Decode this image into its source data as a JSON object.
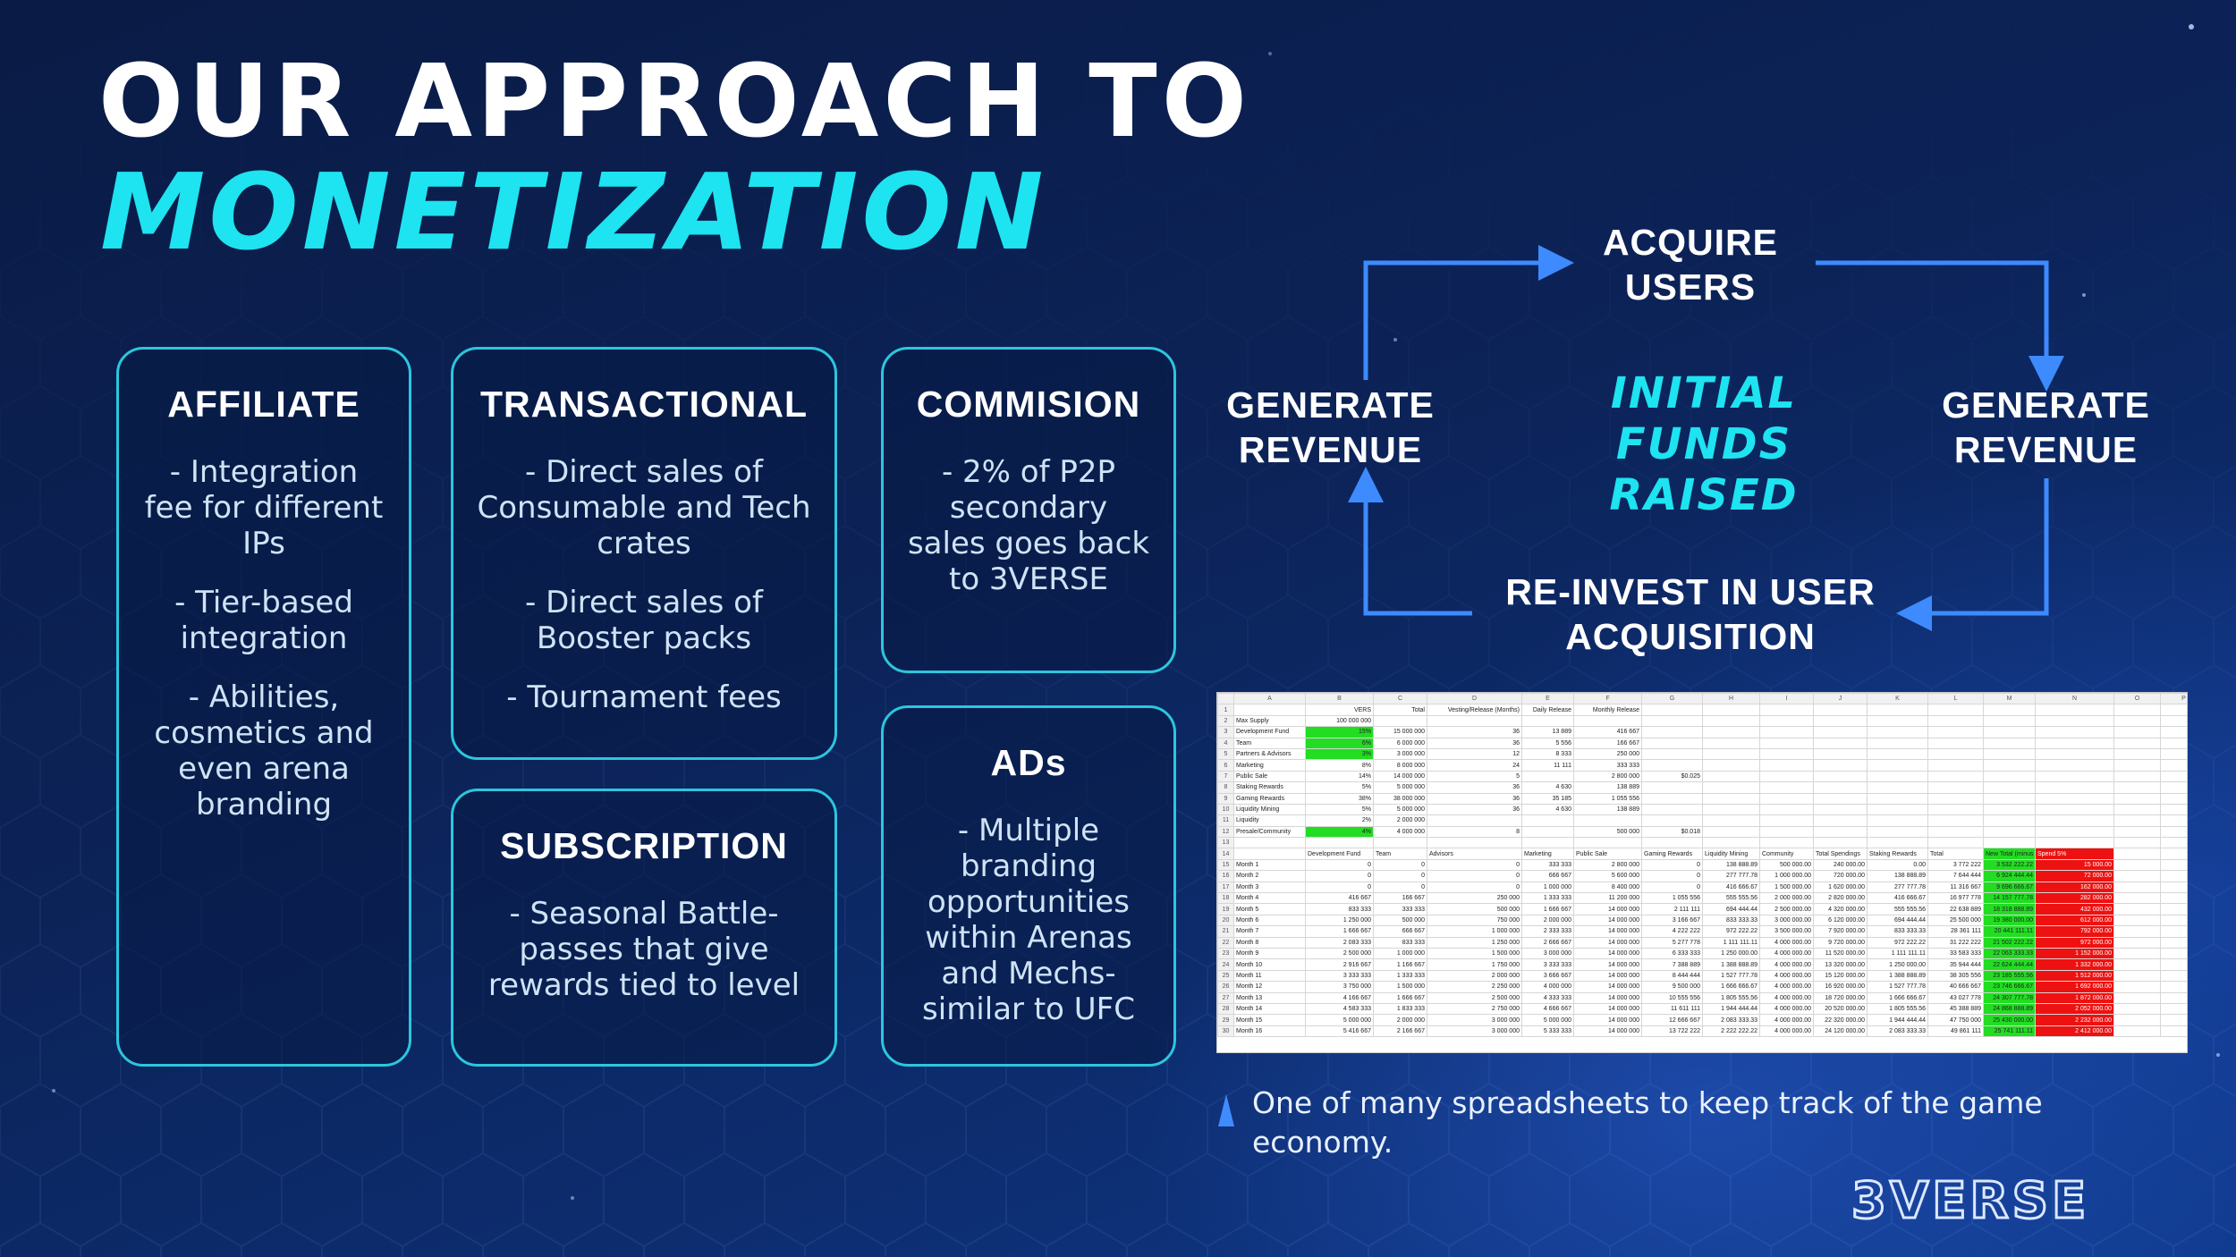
{
  "title": {
    "line1": "OUR APPROACH TO",
    "line2": "MONETIZATION"
  },
  "cards": {
    "affiliate": {
      "title": "AFFILIATE",
      "items": [
        "- Integration fee for different IPs",
        "- Tier-based integration",
        "- Abilities, cosmetics and even arena branding"
      ]
    },
    "transactional": {
      "title": "TRANSACTIONAL",
      "items": [
        "- Direct sales of Consumable and Tech crates",
        "- Direct sales of Booster packs",
        "- Tournament fees"
      ]
    },
    "commision": {
      "title": "COMMISION",
      "items": [
        "- 2% of P2P secondary sales goes back to 3VERSE"
      ]
    },
    "subscription": {
      "title": "SUBSCRIPTION",
      "items": [
        "- Seasonal Battle-passes that give rewards tied to level"
      ]
    },
    "ads": {
      "title": "ADs",
      "items": [
        "- Multiple branding opportunities within Arenas and Mechs- similar to UFC"
      ]
    }
  },
  "flow": {
    "top": "ACQUIRE USERS",
    "left": "GENERATE REVENUE",
    "right": "GENERATE REVENUE",
    "bottom": "RE-INVEST IN USER ACQUISITION",
    "center": "INITIAL FUNDS RAISED",
    "arrow_color": "#3d8bff"
  },
  "spreadsheet": {
    "column_letters": [
      "",
      "A",
      "B",
      "C",
      "D",
      "E",
      "F",
      "G",
      "H",
      "I",
      "J",
      "K",
      "L",
      "M",
      "N",
      "O",
      "P"
    ],
    "top_rows": [
      [
        "1",
        "",
        "VERS",
        "Total",
        "Vesting/Release (Months)",
        "Daily Release",
        "Monthly Release",
        "",
        "",
        "",
        "",
        "",
        "",
        "",
        "",
        "",
        ""
      ],
      [
        "2",
        "Max Supply",
        "100 000 000",
        "",
        "",
        "",
        "",
        "",
        "",
        "",
        "",
        "",
        "",
        "",
        "",
        "",
        ""
      ],
      [
        "3",
        "Development Fund",
        "15%",
        "15 000 000",
        "36",
        "13 889",
        "416 667",
        "",
        "",
        "",
        "",
        "",
        "",
        "",
        "",
        "",
        ""
      ],
      [
        "4",
        "Team",
        "6%",
        "6 000 000",
        "36",
        "5 556",
        "166 667",
        "",
        "",
        "",
        "",
        "",
        "",
        "",
        "",
        "",
        ""
      ],
      [
        "5",
        "Partners & Advisors",
        "3%",
        "3 000 000",
        "12",
        "8 333",
        "250 000",
        "",
        "",
        "",
        "",
        "",
        "",
        "",
        "",
        "",
        ""
      ],
      [
        "6",
        "Marketing",
        "8%",
        "8 000 000",
        "24",
        "11 111",
        "333 333",
        "",
        "",
        "",
        "",
        "",
        "",
        "",
        "",
        "",
        ""
      ],
      [
        "7",
        "Public Sale",
        "14%",
        "14 000 000",
        "5",
        "",
        "2 800 000",
        "$0.025",
        "",
        "",
        "",
        "",
        "",
        "",
        "",
        "",
        ""
      ],
      [
        "8",
        "Staking Rewards",
        "5%",
        "5 000 000",
        "36",
        "4 630",
        "138 889",
        "",
        "",
        "",
        "",
        "",
        "",
        "",
        "",
        "",
        ""
      ],
      [
        "9",
        "Gaming Rewards",
        "38%",
        "38 000 000",
        "36",
        "35 185",
        "1 055 556",
        "",
        "",
        "",
        "",
        "",
        "",
        "",
        "",
        "",
        ""
      ],
      [
        "10",
        "Liquidity Mining",
        "5%",
        "5 000 000",
        "36",
        "4 630",
        "138 889",
        "",
        "",
        "",
        "",
        "",
        "",
        "",
        "",
        "",
        ""
      ],
      [
        "11",
        "Liquidity",
        "2%",
        "2 000 000",
        "",
        "",
        "",
        "",
        "",
        "",
        "",
        "",
        "",
        "",
        "",
        "",
        ""
      ],
      [
        "12",
        "Presale/Community",
        "4%",
        "4 000 000",
        "8",
        "",
        "500 000",
        "$0.018",
        "",
        "",
        "",
        "",
        "",
        "",
        "",
        "",
        ""
      ],
      [
        "13",
        "",
        "",
        "",
        "",
        "",
        "",
        "",
        "",
        "",
        "",
        "",
        "",
        "",
        "",
        "",
        ""
      ]
    ],
    "month_header": [
      "14",
      "",
      "Development Fund",
      "Team",
      "Advisors",
      "Marketing",
      "Public Sale",
      "Gaming Rewards",
      "Liquidity Mining",
      "Community",
      "Total Spendings",
      "Staking Rewards",
      "Total",
      "New Total (minus Spending)",
      "Spend 5%",
      "",
      ""
    ],
    "month_rows": [
      [
        "15",
        "Month 1",
        "0",
        "0",
        "0",
        "333 333",
        "2 800 000",
        "0",
        "138 888.89",
        "500 000.00",
        "240 000.00",
        "0.00",
        "3 772 222",
        "3 532 222.22",
        "15 000.00",
        "",
        ""
      ],
      [
        "16",
        "Month 2",
        "0",
        "0",
        "0",
        "666 667",
        "5 600 000",
        "0",
        "277 777.78",
        "1 000 000.00",
        "720 000.00",
        "138 888.89",
        "7 644 444",
        "6 924 444.44",
        "72 000.00",
        "",
        ""
      ],
      [
        "17",
        "Month 3",
        "0",
        "0",
        "0",
        "1 000 000",
        "8 400 000",
        "0",
        "416 666.67",
        "1 500 000.00",
        "1 620 000.00",
        "277 777.78",
        "11 316 667",
        "9 696 666.67",
        "162 000.00",
        "",
        ""
      ],
      [
        "18",
        "Month 4",
        "416 667",
        "166 667",
        "250 000",
        "1 333 333",
        "11 200 000",
        "1 055 556",
        "555 555.56",
        "2 000 000.00",
        "2 820 000.00",
        "416 666.67",
        "16 977 778",
        "14 157 777.78",
        "282 000.00",
        "",
        ""
      ],
      [
        "19",
        "Month 5",
        "833 333",
        "333 333",
        "500 000",
        "1 666 667",
        "14 000 000",
        "2 111 111",
        "694 444.44",
        "2 500 000.00",
        "4 320 000.00",
        "555 555.56",
        "22 638 889",
        "18 318 888.89",
        "432 000.00",
        "",
        ""
      ],
      [
        "20",
        "Month 6",
        "1 250 000",
        "500 000",
        "750 000",
        "2 000 000",
        "14 000 000",
        "3 166 667",
        "833 333.33",
        "3 000 000.00",
        "6 120 000.00",
        "694 444.44",
        "25 500 000",
        "19 380 000.00",
        "612 000.00",
        "",
        ""
      ],
      [
        "21",
        "Month 7",
        "1 666 667",
        "666 667",
        "1 000 000",
        "2 333 333",
        "14 000 000",
        "4 222 222",
        "972 222.22",
        "3 500 000.00",
        "7 920 000.00",
        "833 333.33",
        "28 361 111",
        "20 441 111.11",
        "792 000.00",
        "",
        ""
      ],
      [
        "22",
        "Month 8",
        "2 083 333",
        "833 333",
        "1 250 000",
        "2 666 667",
        "14 000 000",
        "5 277 778",
        "1 111 111.11",
        "4 000 000.00",
        "9 720 000.00",
        "972 222.22",
        "31 222 222",
        "21 502 222.22",
        "972 000.00",
        "",
        ""
      ],
      [
        "23",
        "Month 9",
        "2 500 000",
        "1 000 000",
        "1 500 000",
        "3 000 000",
        "14 000 000",
        "6 333 333",
        "1 250 000.00",
        "4 000 000.00",
        "11 520 000.00",
        "1 111 111.11",
        "33 583 333",
        "22 063 333.33",
        "1 152 000.00",
        "",
        ""
      ],
      [
        "24",
        "Month 10",
        "2 916 667",
        "1 166 667",
        "1 750 000",
        "3 333 333",
        "14 000 000",
        "7 388 889",
        "1 388 888.89",
        "4 000 000.00",
        "13 320 000.00",
        "1 250 000.00",
        "35 944 444",
        "22 624 444.44",
        "1 332 000.00",
        "",
        ""
      ],
      [
        "25",
        "Month 11",
        "3 333 333",
        "1 333 333",
        "2 000 000",
        "3 666 667",
        "14 000 000",
        "8 444 444",
        "1 527 777.78",
        "4 000 000.00",
        "15 120 000.00",
        "1 388 888.89",
        "38 305 556",
        "23 185 555.56",
        "1 512 000.00",
        "",
        ""
      ],
      [
        "26",
        "Month 12",
        "3 750 000",
        "1 500 000",
        "2 250 000",
        "4 000 000",
        "14 000 000",
        "9 500 000",
        "1 666 666.67",
        "4 000 000.00",
        "16 920 000.00",
        "1 527 777.78",
        "40 666 667",
        "23 746 666.67",
        "1 692 000.00",
        "",
        ""
      ],
      [
        "27",
        "Month 13",
        "4 166 667",
        "1 666 667",
        "2 500 000",
        "4 333 333",
        "14 000 000",
        "10 555 556",
        "1 805 555.56",
        "4 000 000.00",
        "18 720 000.00",
        "1 666 666.67",
        "43 027 778",
        "24 307 777.78",
        "1 872 000.00",
        "",
        ""
      ],
      [
        "28",
        "Month 14",
        "4 583 333",
        "1 833 333",
        "2 750 000",
        "4 666 667",
        "14 000 000",
        "11 611 111",
        "1 944 444.44",
        "4 000 000.00",
        "20 520 000.00",
        "1 805 555.56",
        "45 388 889",
        "24 868 888.89",
        "2 052 000.00",
        "",
        ""
      ],
      [
        "29",
        "Month 15",
        "5 000 000",
        "2 000 000",
        "3 000 000",
        "5 000 000",
        "14 000 000",
        "12 666 667",
        "2 083 333.33",
        "4 000 000.00",
        "22 320 000.00",
        "1 944 444.44",
        "47 750 000",
        "25 430 000.00",
        "2 232 000.00",
        "",
        ""
      ],
      [
        "30",
        "Month 16",
        "5 416 667",
        "2 166 667",
        "3 000 000",
        "5 333 333",
        "14 000 000",
        "13 722 222",
        "2 222 222.22",
        "4 000 000.00",
        "24 120 000.00",
        "2 083 333.33",
        "49 861 111",
        "25 741 111.11",
        "2 412 000.00",
        "",
        ""
      ]
    ]
  },
  "caption": "One of many spreadsheets to keep track of the game economy.",
  "logo": "3VERSE",
  "colors": {
    "accent_cyan": "#1ee3f0",
    "card_border": "#2cc6dd",
    "arrow_blue": "#3d8bff",
    "sheet_green": "#22dd22",
    "sheet_red": "#ee1111"
  }
}
